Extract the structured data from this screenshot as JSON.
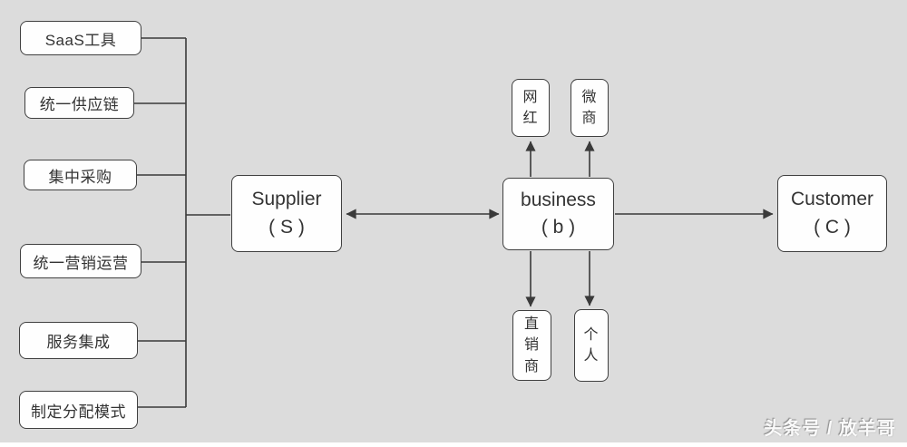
{
  "canvas": {
    "background": "#dcdcdc",
    "line_color": "#3a3a3a",
    "box_border_color": "#404040",
    "box_fill": "#fefefe",
    "text_color": "#333333"
  },
  "left_features": {
    "items": [
      {
        "label": "SaaS工具"
      },
      {
        "label": "统一供应链"
      },
      {
        "label": "集中采购"
      },
      {
        "label": "统一营销运营"
      },
      {
        "label": "服务集成"
      },
      {
        "label": "制定分配模式"
      }
    ]
  },
  "nodes": {
    "supplier": {
      "title": "Supplier",
      "subtitle": "( S )"
    },
    "business": {
      "title": "business",
      "subtitle": "( b )"
    },
    "customer": {
      "title": "Customer",
      "subtitle": "( C )"
    }
  },
  "channels": {
    "top": [
      {
        "label": "网\n红"
      },
      {
        "label": "微\n商"
      }
    ],
    "bottom": [
      {
        "label": "直\n销\n商"
      },
      {
        "label": "个\n人"
      }
    ]
  },
  "watermark": {
    "text": "头条号 / 放羊哥"
  }
}
